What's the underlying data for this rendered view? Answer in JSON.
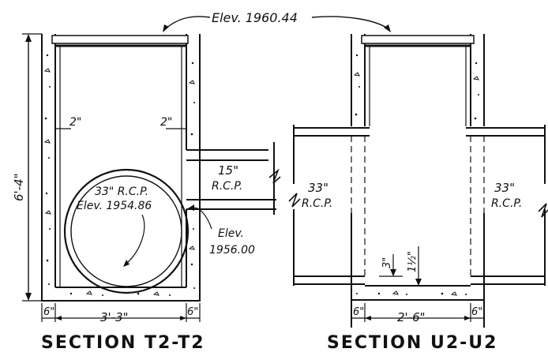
{
  "top_elevation": "Elev. 1960.44",
  "section_t2": {
    "title": "SECTION T2-T2",
    "height_dim": "6'-4\"",
    "wall_left_clear": "2\"",
    "wall_right_clear": "2\"",
    "pipe_size": "33\" R.C.P.",
    "pipe_elev": "Elev. 1954.86",
    "inlet_size": "15\"",
    "inlet_type": "R.C.P.",
    "inlet_elev_label": "Elev.",
    "inlet_elev_value": "1956.00",
    "bottom_left_wall": "6\"",
    "bottom_width": "3'-3\"",
    "bottom_right_wall": "6\""
  },
  "section_u2": {
    "title": "SECTION U2-U2",
    "left_pipe_size": "33\"",
    "left_pipe_type": "R.C.P.",
    "right_pipe_size": "33\"",
    "right_pipe_type": "R.C.P.",
    "drop_a": "3\"",
    "drop_b": "1½\"",
    "bottom_left_wall": "6\"",
    "bottom_width": "2'-6\"",
    "bottom_right_wall": "6\""
  }
}
